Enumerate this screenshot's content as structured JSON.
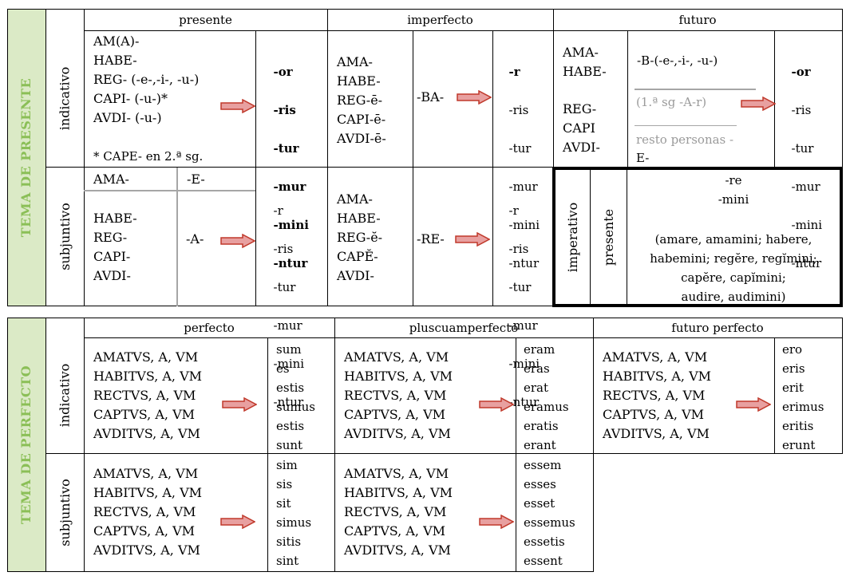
{
  "presente_section": {
    "title": "TEMA DE PRESENTE",
    "headers": [
      "presente",
      "imperfecto",
      "futuro"
    ],
    "moods": [
      "indicativo",
      "subjuntivo"
    ],
    "ind_presente": {
      "stems": "AM(A)-\nHABE-\nREG- (-e-,-i-, -u-)\nCAPI- (-u-)*\nAVDI- (-u-)",
      "note": "* CAPE- en 2.ª sg.",
      "endings": [
        "-or",
        "-ris",
        "-tur",
        "-mur",
        "-mini",
        "-ntur"
      ]
    },
    "ind_imperfecto": {
      "stems": "AMA-\nHABE-\nREG-ē-\nCAPI-ē-\nAVDI-ē-",
      "marker": "-BA-",
      "endings": [
        "-r",
        "-ris",
        "-tur",
        "-mur",
        "-mini",
        "-ntur"
      ]
    },
    "ind_futuro": {
      "stems_a": "AMA-\nHABE-",
      "stems_b": "REG-\nCAPI\nAVDI-",
      "marker_a": "-B-(-e-,-i-, -u-)",
      "marker_b1": "(1.ª sg -A-r)",
      "marker_b2": "resto personas -",
      "marker_b3": "E-",
      "endings": [
        "-or",
        "-ris",
        "-tur",
        "-mur",
        "-mini",
        "-ntur"
      ]
    },
    "sub_presente": {
      "stem_ama": "AMA-",
      "marker_e": "-E-",
      "stems": "HABE-\nREG-\nCAPI-\nAVDI-",
      "marker_a": "-A-",
      "endings": [
        "-r",
        "-ris",
        "-tur",
        "-mur",
        "-mini",
        "-ntur"
      ]
    },
    "sub_imperfecto": {
      "stems": "AMA-\nHABE-\nREG-ĕ-\nCAPĔ-\nAVDI-",
      "marker": "-RE-",
      "endings": [
        "-r",
        "-ris",
        "-tur",
        "-mur",
        "-mini",
        "-ntur"
      ]
    },
    "imperativo": {
      "label": "imperativo",
      "tense": "presente",
      "endings": "-re\n-mini",
      "examples": "(amare, amamini; habere,\nhabemini; regĕre, regĭmini;\ncapĕre, capĭmini;\naudire, audimini)"
    }
  },
  "perfecto_section": {
    "title": "TEMA DE PERFECTO",
    "headers": [
      "perfecto",
      "pluscuamperfecto",
      "futuro perfecto"
    ],
    "moods": [
      "indicativo",
      "subjuntivo"
    ],
    "participles": "AMATVS, A, VM\nHABITVS, A, VM\nRECTVS, A, VM\nCAPTVS, A, VM\nAVDITVS, A, VM",
    "ind_perfecto_forms": "sum\nes\nestis\nsumus\nestis\nsunt",
    "ind_plusc_forms": "eram\neras\nerat\neramus\neratis\nerant",
    "ind_futperf_forms": "ero\neris\nerit\nerimus\neritis\nerunt",
    "sub_perfecto_forms": "sim\nsis\nsit\nsimus\nsitis\nsint",
    "sub_plusc_forms": "essem\nesses\nesset\nessemus\nessetis\nessent"
  },
  "colors": {
    "green_label": "#8bbf57",
    "green_bar": "#dbeac6",
    "arrow_fill": "#e8a0a0",
    "arrow_stroke": "#c0392b"
  }
}
